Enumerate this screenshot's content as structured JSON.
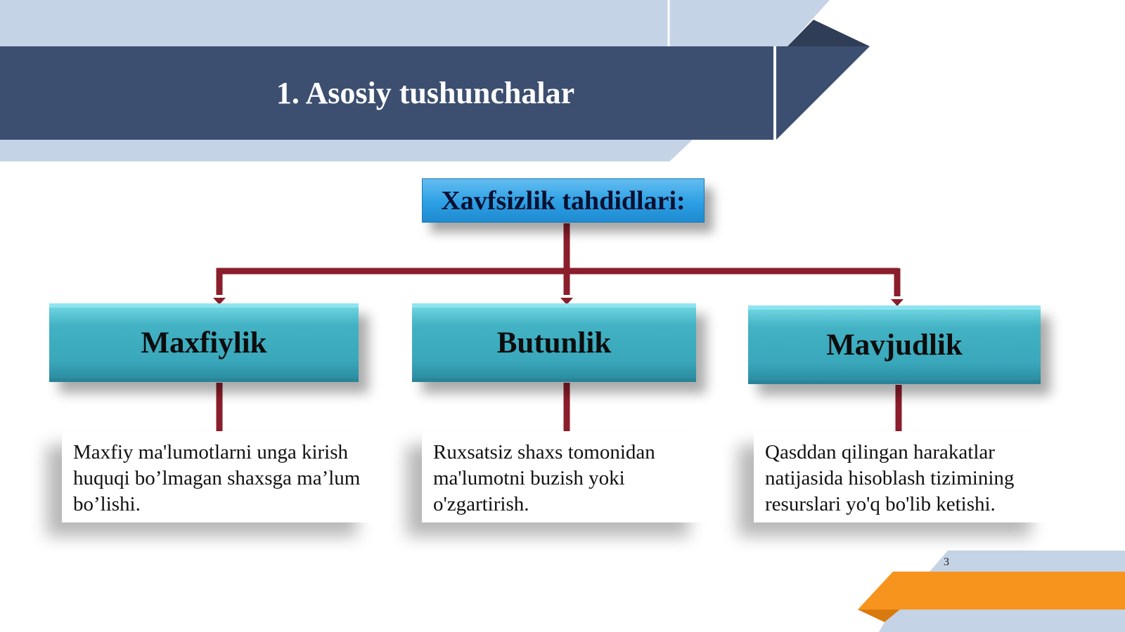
{
  "slide": {
    "title": "1. Asosiy tushunchalar",
    "page_number": "3"
  },
  "diagram": {
    "root": {
      "label": "Xavfsizlik tahdidlari:"
    },
    "categories": [
      {
        "label": "Maxfiylik",
        "description": "Maxfiy ma'lumotlarni unga kirish huquqi bo’lmagan shaxsga ma’lum bo’lishi."
      },
      {
        "label": "Butunlik",
        "description": "Ruxsatsiz shaxs tomonidan ma'lumotni buzish yoki o'zgartirish."
      },
      {
        "label": "Mavjudlik",
        "description": "Qasddan qilingan harakatlar natijasida hisoblash tizimining resurslari yo'q bo'lib ketishi."
      }
    ]
  },
  "colors": {
    "title_band": "#3d4f70",
    "light_band": "#c5d3e6",
    "root_box": "#2c9fe4",
    "category_box": "#3fb0c2",
    "connector": "#8b1e2b",
    "accent_orange": "#f7941d"
  }
}
